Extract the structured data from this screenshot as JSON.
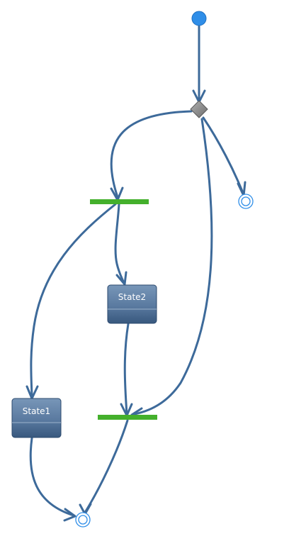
{
  "diagram": {
    "type": "uml-state-machine",
    "colors": {
      "edge": "#3d6a9a",
      "initial_node": "#2f8ee8",
      "final_node_ring": "#2f8ee8",
      "decision_node": "#8a8a8a",
      "fork_join_bar": "#44b02c",
      "state_fill_top": "#6f8fb3",
      "state_fill_bottom": "#3b5c82",
      "state_label": "#ffffff"
    },
    "nodes": [
      {
        "id": "initial",
        "kind": "initial"
      },
      {
        "id": "decision",
        "kind": "decision"
      },
      {
        "id": "final-right",
        "kind": "final"
      },
      {
        "id": "fork",
        "kind": "fork"
      },
      {
        "id": "state2",
        "kind": "state",
        "label": "State2"
      },
      {
        "id": "state1",
        "kind": "state",
        "label": "State1"
      },
      {
        "id": "join",
        "kind": "join"
      },
      {
        "id": "final-bottom",
        "kind": "final"
      }
    ],
    "edges": [
      {
        "from": "initial",
        "to": "decision"
      },
      {
        "from": "decision",
        "to": "fork"
      },
      {
        "from": "decision",
        "to": "final-right"
      },
      {
        "from": "decision",
        "to": "join"
      },
      {
        "from": "fork",
        "to": "state2"
      },
      {
        "from": "fork",
        "to": "state1"
      },
      {
        "from": "state2",
        "to": "join"
      },
      {
        "from": "state1",
        "to": "final-bottom"
      },
      {
        "from": "join",
        "to": "final-bottom"
      }
    ]
  }
}
